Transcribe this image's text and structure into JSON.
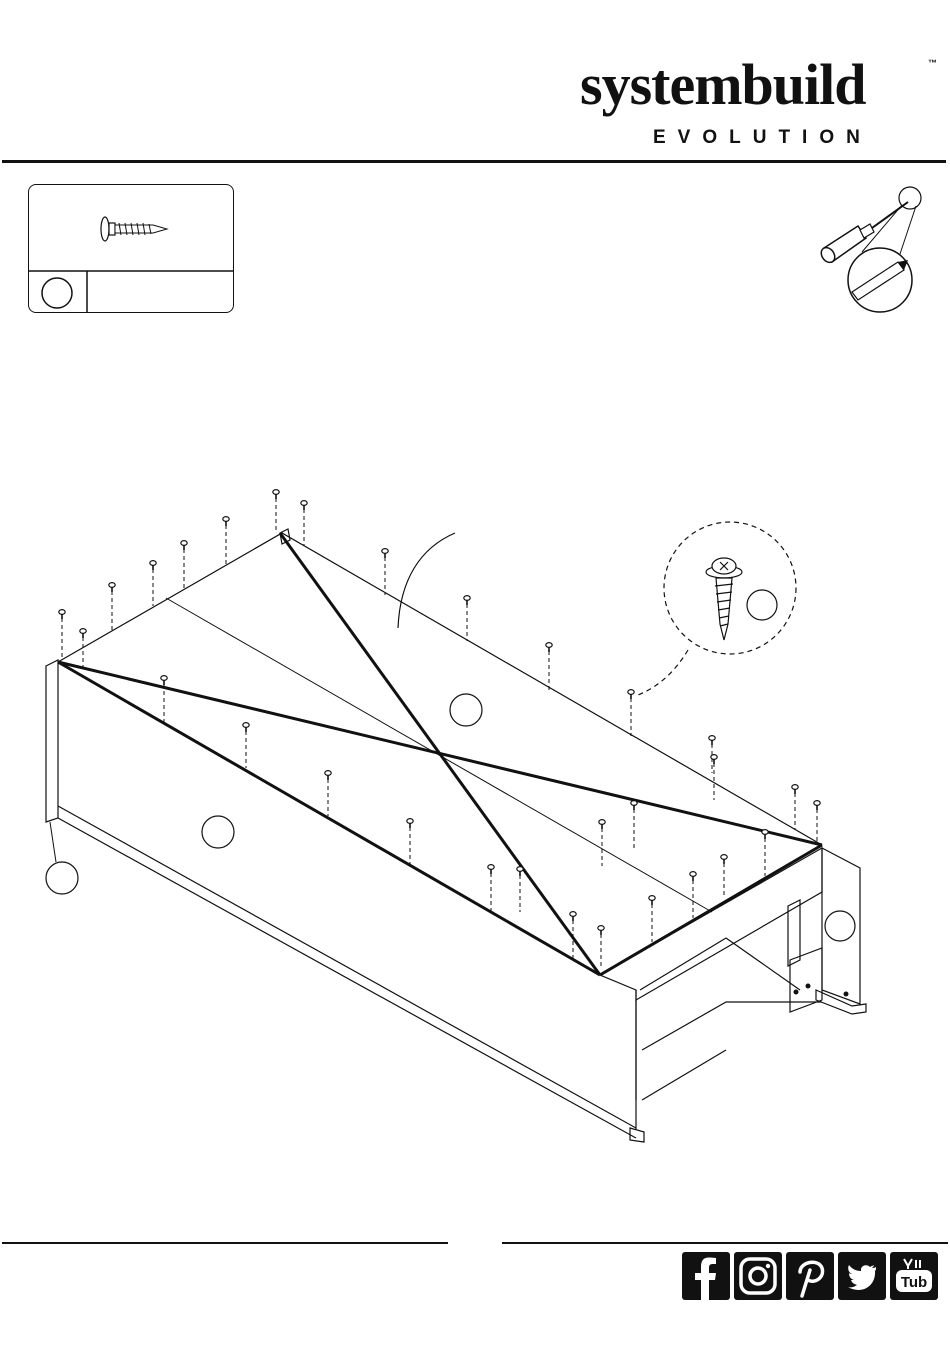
{
  "brand": {
    "name": "systembuild",
    "trademark": "™",
    "subline": "EVOLUTION"
  },
  "social": {
    "youtube_text": "Tub"
  },
  "icons": [
    "screw-icon",
    "screwdriver-icon",
    "phillips-tip-icon",
    "facebook-icon",
    "instagram-icon",
    "pinterest-icon",
    "twitter-icon",
    "youtube-icon"
  ]
}
